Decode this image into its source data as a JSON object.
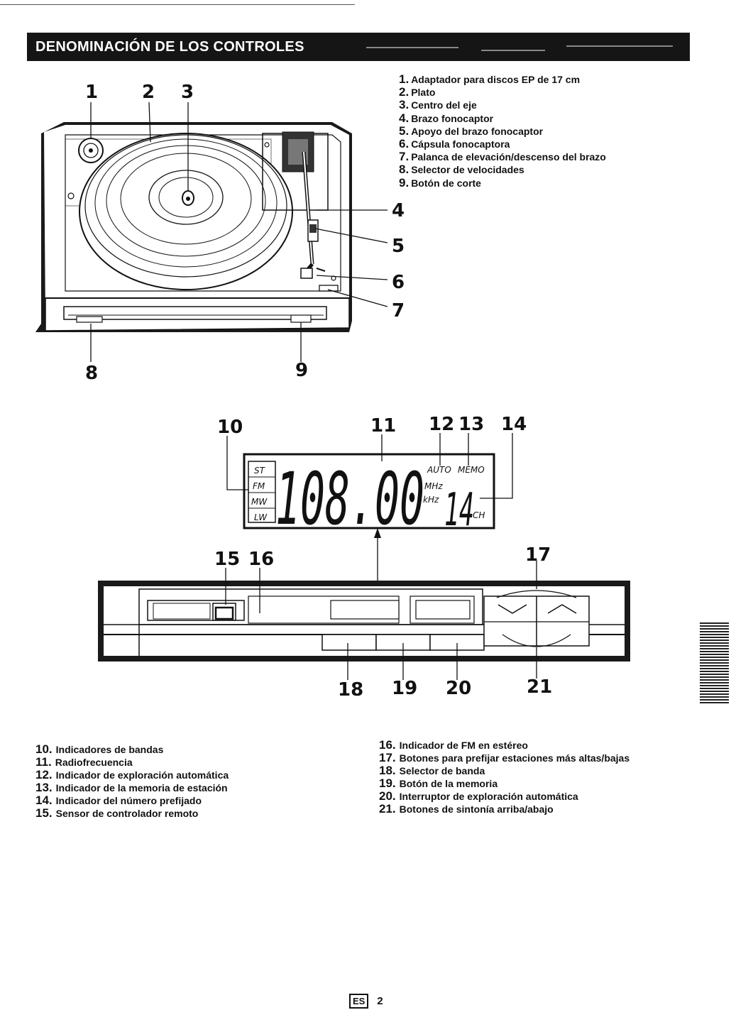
{
  "header": {
    "title": "DENOMINACIÓN DE LOS CONTROLES"
  },
  "turntable_items": [
    {
      "num": "1.",
      "text": "Adaptador para discos EP de 17 cm"
    },
    {
      "num": "2.",
      "text": "Plato"
    },
    {
      "num": "3.",
      "text": "Centro del eje"
    },
    {
      "num": "4.",
      "text": "Brazo fonocaptor"
    },
    {
      "num": "5.",
      "text": "Apoyo del brazo fonocaptor"
    },
    {
      "num": "6.",
      "text": "Cápsula fonocaptora"
    },
    {
      "num": "7.",
      "text": "Palanca de elevación/descenso del brazo"
    },
    {
      "num": "8.",
      "text": "Selector de velocidades"
    },
    {
      "num": "9.",
      "text": "Botón de corte"
    }
  ],
  "turntable_callouts": [
    "1",
    "2",
    "3",
    "4",
    "5",
    "6",
    "7",
    "8",
    "9"
  ],
  "display_callouts": [
    "10",
    "11",
    "12",
    "13",
    "14"
  ],
  "panel_callouts": [
    "15",
    "16",
    "17",
    "18",
    "19",
    "20",
    "21"
  ],
  "lcd": {
    "bands": [
      "ST",
      "FM",
      "MW",
      "LW"
    ],
    "auto": "AUTO",
    "memo": "MEMO",
    "mhz": "MHz",
    "khz": "kHz",
    "ch": "CH",
    "frequency": "108.00",
    "preset": "14"
  },
  "tuner_items_left": [
    {
      "num": "10.",
      "text": "Indicadores de bandas"
    },
    {
      "num": "11.",
      "text": "Radiofrecuencia"
    },
    {
      "num": "12.",
      "text": "Indicador de exploración automática"
    },
    {
      "num": "13.",
      "text": "Indicador de la memoria de estación"
    },
    {
      "num": "14.",
      "text": "Indicador del número prefijado"
    },
    {
      "num": "15.",
      "text": "Sensor de controlador remoto"
    }
  ],
  "tuner_items_right": [
    {
      "num": "16.",
      "text": "Indicador de FM en estéreo"
    },
    {
      "num": "17.",
      "text": "Botones para prefijar estaciones más altas/bajas"
    },
    {
      "num": "18.",
      "text": "Selector de banda"
    },
    {
      "num": "19.",
      "text": "Botón de la memoria"
    },
    {
      "num": "20.",
      "text": "Interruptor de exploración automática"
    },
    {
      "num": "21.",
      "text": "Botones de sintonía arriba/abajo"
    }
  ],
  "footer": {
    "lang": "ES",
    "page": "2"
  }
}
